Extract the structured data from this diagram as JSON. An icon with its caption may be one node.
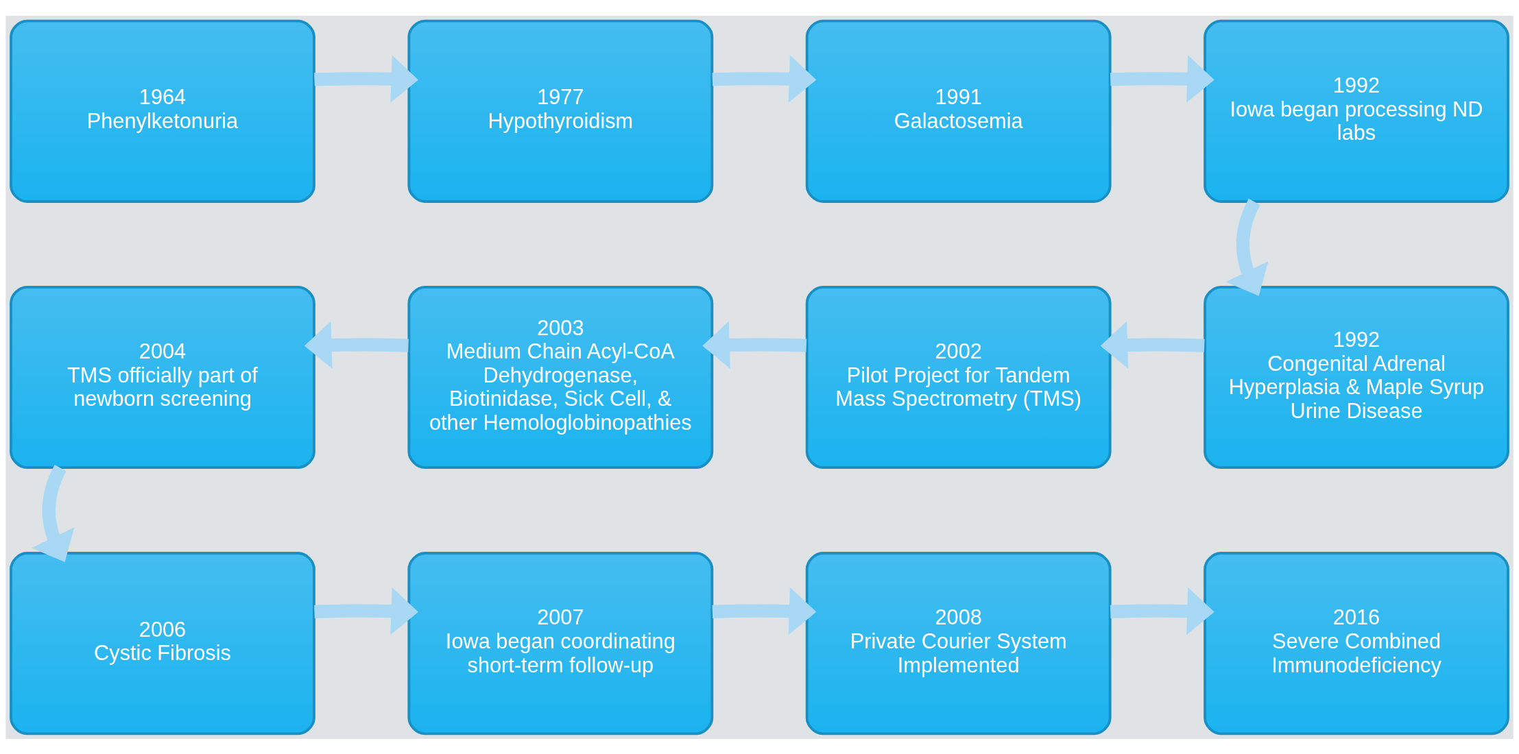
{
  "diagram": {
    "nodes": [
      {
        "text": [
          "1964",
          "Phenylketonuria"
        ]
      },
      {
        "text": [
          "1977",
          "Hypothyroidism"
        ]
      },
      {
        "text": [
          "1991",
          "Galactosemia"
        ]
      },
      {
        "text": [
          "1992",
          "Iowa began processing ND labs"
        ]
      },
      {
        "text": [
          "1992",
          "Congenital Adrenal Hyperplasia & Maple Syrup Urine Disease"
        ]
      },
      {
        "text": [
          "2002",
          "Pilot Project for Tandem Mass Spectrometry (TMS)"
        ]
      },
      {
        "text": [
          "2003",
          "Medium Chain Acyl-CoA Dehydrogenase, Biotinidase, Sick Cell, & other Hemologlobinopathies"
        ]
      },
      {
        "text": [
          "2004",
          "TMS officially part of newborn screening"
        ]
      },
      {
        "text": [
          "2006",
          "Cystic Fibrosis"
        ]
      },
      {
        "text": [
          "2007",
          "Iowa began coordinating short-term follow-up"
        ]
      },
      {
        "text": [
          "2008",
          "Private Courier System Implemented"
        ]
      },
      {
        "text": [
          "2016",
          "Severe Combined Immunodeficiency"
        ]
      }
    ],
    "edges": [
      {
        "from": 0,
        "to": 1,
        "arrow": "to"
      },
      {
        "from": 1,
        "to": 2,
        "arrow": "to"
      },
      {
        "from": 2,
        "to": 3,
        "arrow": "to"
      },
      {
        "from": 3,
        "to": 4,
        "arrow": "to"
      },
      {
        "from": 4,
        "to": 5,
        "arrow": "to"
      },
      {
        "from": 5,
        "to": 6,
        "arrow": "to"
      },
      {
        "from": 6,
        "to": 7,
        "arrow": "to"
      },
      {
        "from": 7,
        "to": 8,
        "arrow": "to"
      },
      {
        "from": 8,
        "to": 9,
        "arrow": "to"
      },
      {
        "from": 9,
        "to": 10,
        "arrow": "to"
      },
      {
        "from": 10,
        "to": 11,
        "arrow": "to"
      }
    ]
  }
}
